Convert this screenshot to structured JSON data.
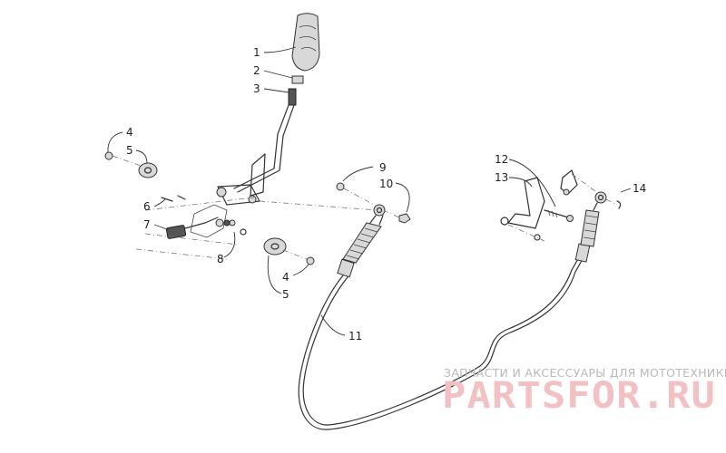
{
  "callouts": [
    {
      "id": "c1",
      "label": "1"
    },
    {
      "id": "c2",
      "label": "2"
    },
    {
      "id": "c3",
      "label": "3"
    },
    {
      "id": "c4a",
      "label": "4"
    },
    {
      "id": "c5a",
      "label": "5"
    },
    {
      "id": "c6",
      "label": "6"
    },
    {
      "id": "c7",
      "label": "7"
    },
    {
      "id": "c8",
      "label": "8"
    },
    {
      "id": "c4b",
      "label": "4"
    },
    {
      "id": "c5b",
      "label": "5"
    },
    {
      "id": "c9",
      "label": "9"
    },
    {
      "id": "c10",
      "label": "10"
    },
    {
      "id": "c11",
      "label": "11"
    },
    {
      "id": "c12",
      "label": "12"
    },
    {
      "id": "c13",
      "label": "13"
    },
    {
      "id": "c14",
      "label": "14"
    }
  ],
  "watermark": {
    "tagline": "ЗАПЧАСТИ И АКСЕССУАРЫ ДЛЯ МОТОТЕХНИКИ",
    "logo": "PARTSFOR.RU",
    "logo_color": "#f2c1c4"
  }
}
